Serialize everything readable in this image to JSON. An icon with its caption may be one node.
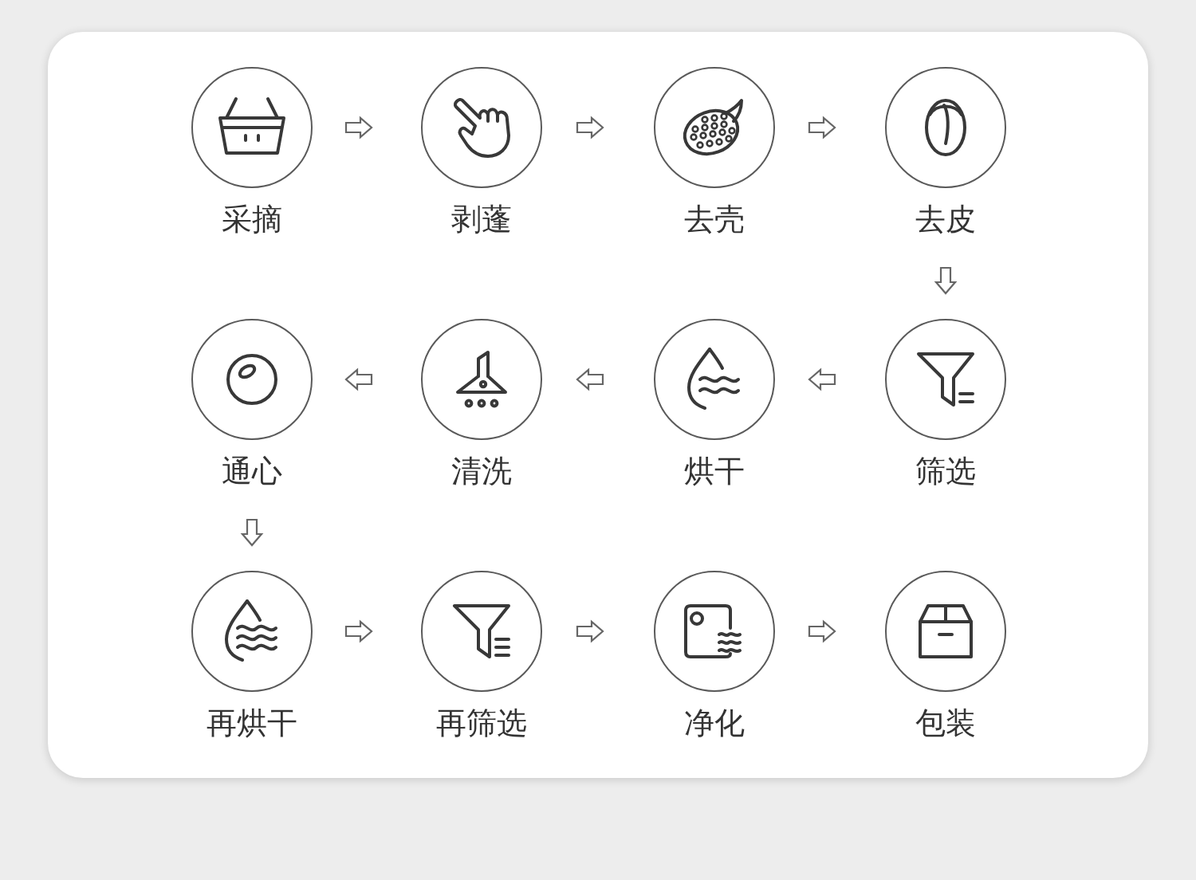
{
  "diagram": {
    "nodes": [
      {
        "text": [
          "采摘"
        ]
      },
      {
        "text": [
          "剥蓬"
        ]
      },
      {
        "text": [
          "去壳"
        ]
      },
      {
        "text": [
          "去皮"
        ]
      },
      {
        "text": [
          "通心"
        ]
      },
      {
        "text": [
          "清洗"
        ]
      },
      {
        "text": [
          "烘干"
        ]
      },
      {
        "text": [
          "筛选"
        ]
      },
      {
        "text": [
          "再烘干"
        ]
      },
      {
        "text": [
          "再筛选"
        ]
      },
      {
        "text": [
          "净化"
        ]
      },
      {
        "text": [
          "包装"
        ]
      }
    ],
    "edges": [
      {
        "from": 0,
        "to": 1,
        "arrow": "to"
      },
      {
        "from": 1,
        "to": 2,
        "arrow": "to"
      },
      {
        "from": 2,
        "to": 3,
        "arrow": "to"
      },
      {
        "from": 3,
        "to": 7,
        "arrow": "to"
      },
      {
        "from": 7,
        "to": 6,
        "arrow": "to"
      },
      {
        "from": 6,
        "to": 5,
        "arrow": "to"
      },
      {
        "from": 5,
        "to": 4,
        "arrow": "to"
      },
      {
        "from": 4,
        "to": 8,
        "arrow": "to"
      },
      {
        "from": 8,
        "to": 9,
        "arrow": "to"
      },
      {
        "from": 9,
        "to": 10,
        "arrow": "to"
      },
      {
        "from": 10,
        "to": 11,
        "arrow": "to"
      }
    ]
  }
}
